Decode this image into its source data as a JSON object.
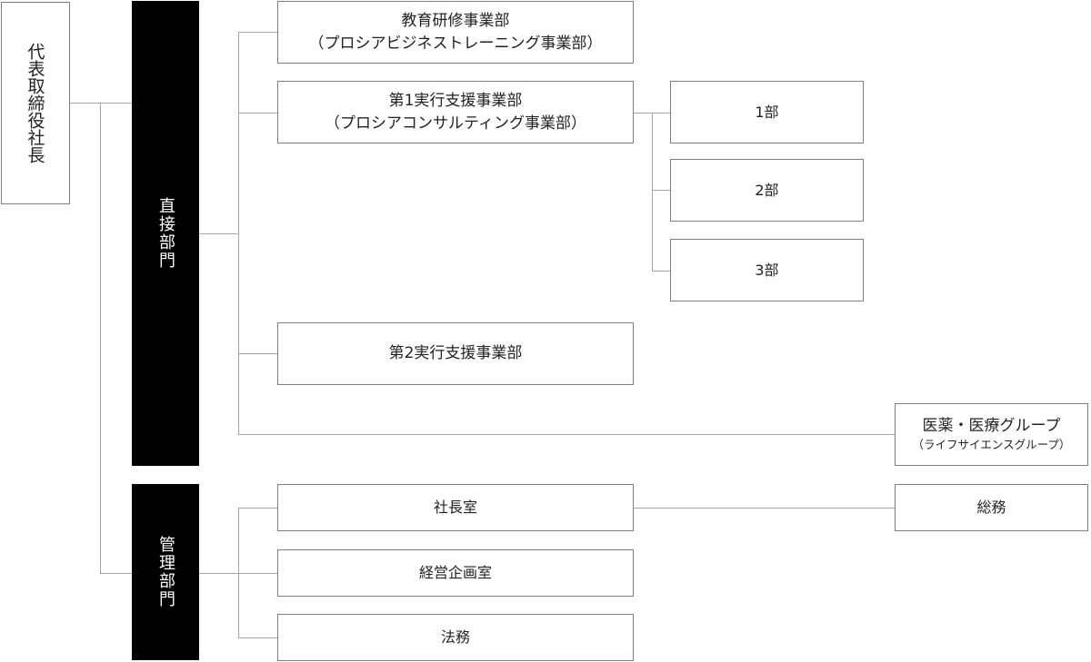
{
  "ceo": {
    "label": "代表取締役社長"
  },
  "direct": {
    "label": "直接部門",
    "units": [
      {
        "line1": "教育研修事業部",
        "line2": "（プロシアビジネストレーニング事業部）"
      },
      {
        "line1": "第1実行支援事業部",
        "line2": "（プロシアコンサルティング事業部）"
      },
      {
        "line1": "第2実行支援事業部"
      }
    ],
    "subunits": [
      "1部",
      "2部",
      "3部"
    ],
    "group": {
      "line1": "医薬・医療グループ",
      "line2": "（ライフサイエンスグループ）"
    }
  },
  "admin": {
    "label": "管理部門",
    "units": [
      "社長室",
      "経営企画室",
      "法務"
    ],
    "general_affairs": "総務"
  }
}
